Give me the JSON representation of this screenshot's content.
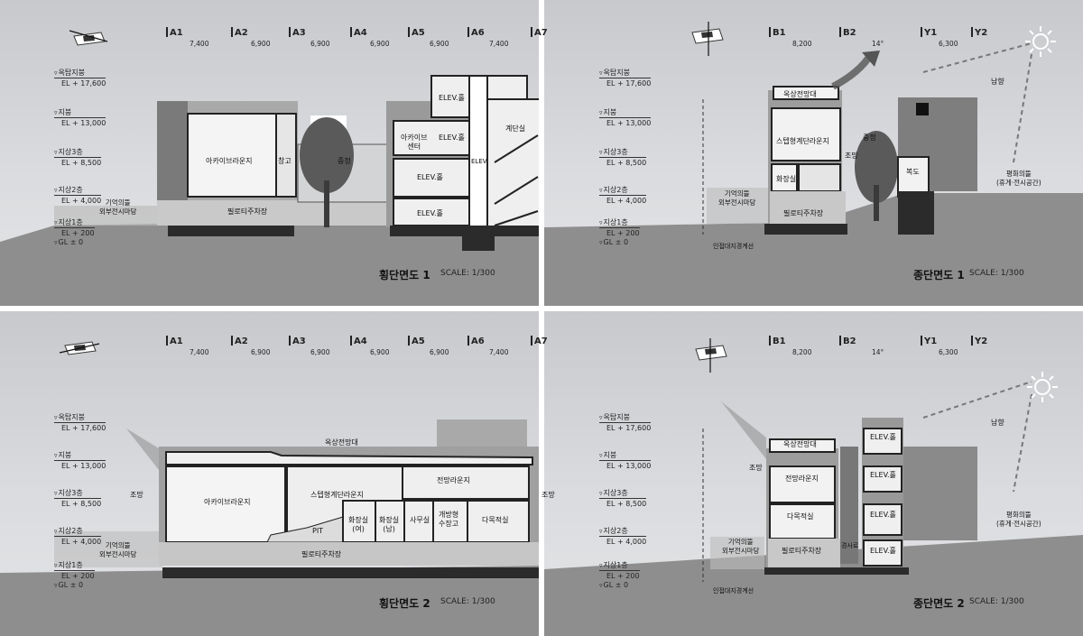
{
  "levels": [
    {
      "name": "옥탑지붕",
      "el": "EL + 17,600"
    },
    {
      "name": "지붕",
      "el": "EL + 13,000"
    },
    {
      "name": "지상3층",
      "el": "EL + 8,500"
    },
    {
      "name": "지상2층",
      "el": "EL + 4,000"
    },
    {
      "name": "지상1층",
      "el": "EL + 200"
    },
    {
      "name": "GL",
      "el": "GL ±  0"
    }
  ],
  "cross_grid": {
    "keys": [
      "A1",
      "A2",
      "A3",
      "A4",
      "A5",
      "A6",
      "A7"
    ],
    "dims": [
      "7,400",
      "6,900",
      "6,900",
      "6,900",
      "6,900",
      "7,400"
    ]
  },
  "long_grid": {
    "keys": [
      "B1",
      "B2",
      "Y1",
      "Y2"
    ],
    "dims": [
      "8,200",
      "14°",
      "6,300"
    ]
  },
  "panels": {
    "p1": {
      "title": "횡단면도 1",
      "scale": "SCALE: 1/300",
      "labels": {
        "archive_lounge": "아카이브라운지",
        "storage": "창고",
        "courtyard": "중정",
        "archive_center": "아카이브\n센터",
        "elev_hall": "ELEV.홀",
        "elev": "ELEV.",
        "stair": "계단실",
        "piloti": "필로티주차장",
        "memory_yard": "기억의뜰\n외부전시마당"
      }
    },
    "p2": {
      "title": "종단면도 1",
      "scale": "SCALE: 1/300",
      "labels": {
        "rooftop_deck": "옥상전망대",
        "step_lounge": "스텝형계단라운지",
        "restroom": "화장실",
        "courtyard": "중정",
        "view": "조망",
        "south": "남향",
        "corridor": "복도",
        "peace_yard": "평화의뜰\n(휴게·전시공간)",
        "memory_yard": "기억의뜰\n외부전시마당",
        "piloti": "필로티주차장",
        "boundary": "인접대지경계선"
      }
    },
    "p3": {
      "title": "횡단면도 2",
      "scale": "SCALE: 1/300",
      "labels": {
        "rooftop_deck": "옥상전망대",
        "archive_lounge": "아카이브라운지",
        "step_lounge": "스텝형계단라운지",
        "view_lounge": "전망라운지",
        "view_left": "조망",
        "view_right": "조망",
        "pit": "PIT",
        "wc_f": "화장실\n(여)",
        "wc_m": "화장실\n(남)",
        "office": "사무실",
        "open_storage": "개방형\n수장고",
        "multi_room": "다목적실",
        "piloti": "필로티주차장",
        "memory_yard": "기억의뜰\n외부전시마당"
      }
    },
    "p4": {
      "title": "종단면도 2",
      "scale": "SCALE: 1/300",
      "labels": {
        "rooftop_deck": "옥상전망대",
        "view_lounge": "전망라운지",
        "multi_room": "다목적실",
        "view": "조망",
        "elev_hall": "ELEV.홀",
        "south": "남향",
        "peace_yard": "평화의뜰\n(휴게·전시공간)",
        "slope": "경사로",
        "piloti": "필로티주차장",
        "memory_yard": "기억의뜰\n외부전시마당",
        "boundary": "인접대지경계선"
      }
    }
  },
  "colors": {
    "ground": "#8e8e8e",
    "building": "#f1f1f1",
    "wall": "#6d6d6d",
    "brick": "#8a8a8a",
    "sky": "#cfd1d4"
  }
}
